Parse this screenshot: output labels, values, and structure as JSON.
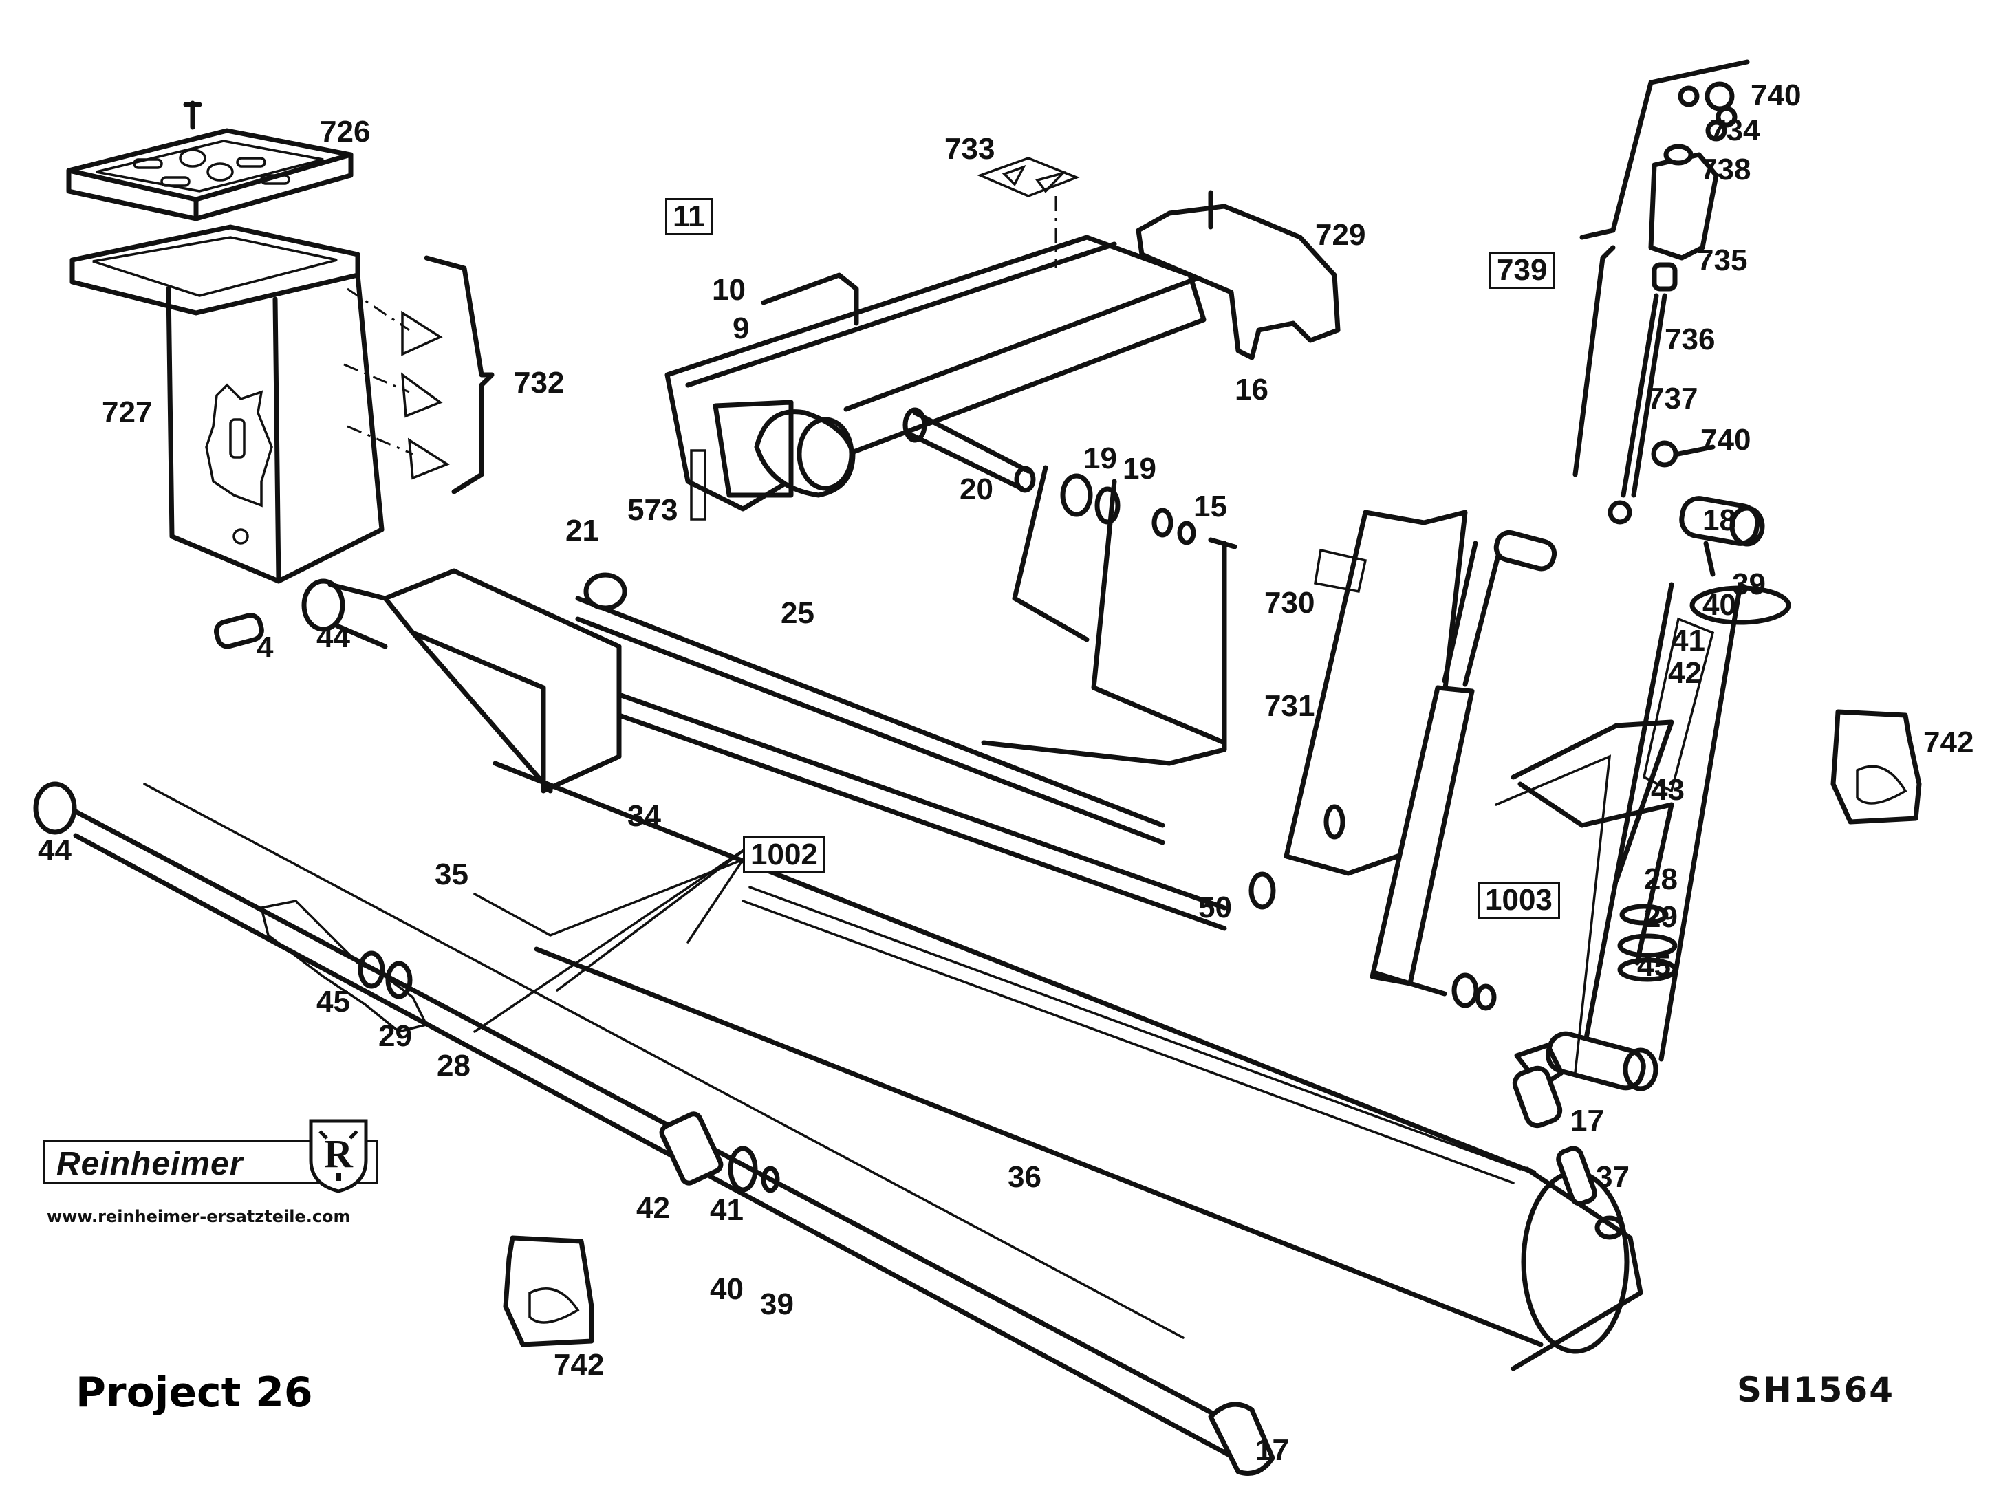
{
  "document": {
    "brand": "Reinheimer",
    "brand_mark_letter": "R",
    "website": "www.reinheimer-ersatzteile.com",
    "project_title": "Project 26",
    "sheet_number": "SH1564"
  },
  "part_labels": {
    "p726": "726",
    "p727": "727",
    "p732": "732",
    "p733": "733",
    "p729": "729",
    "p11": "11",
    "p10": "10",
    "p9": "9",
    "p16": "16",
    "p573": "573",
    "p20": "20",
    "p19a": "19",
    "p19b": "19",
    "p15": "15",
    "p21": "21",
    "p25": "25",
    "p4": "4",
    "p44a": "44",
    "p44b": "44",
    "p34": "34",
    "p35": "35",
    "p1002": "1002",
    "p45a": "45",
    "p29a": "29",
    "p28a": "28",
    "p36": "36",
    "p42a": "42",
    "p41a": "41",
    "p40a": "40",
    "p39a": "39",
    "p742a": "742",
    "p17a": "17",
    "p17b": "17",
    "p37": "37",
    "p730": "730",
    "p731": "731",
    "p50": "50",
    "p1003": "1003",
    "p739": "739",
    "p740a": "740",
    "p734": "734",
    "p738": "738",
    "p735": "735",
    "p736": "736",
    "p737": "737",
    "p740b": "740",
    "p18": "18",
    "p39b": "39",
    "p40b": "40",
    "p41b": "41",
    "p42b": "42",
    "p43": "43",
    "p28b": "28",
    "p29b": "29",
    "p45b": "45",
    "p742b": "742"
  },
  "boxed_assemblies": [
    "11",
    "739",
    "1002",
    "1003"
  ]
}
